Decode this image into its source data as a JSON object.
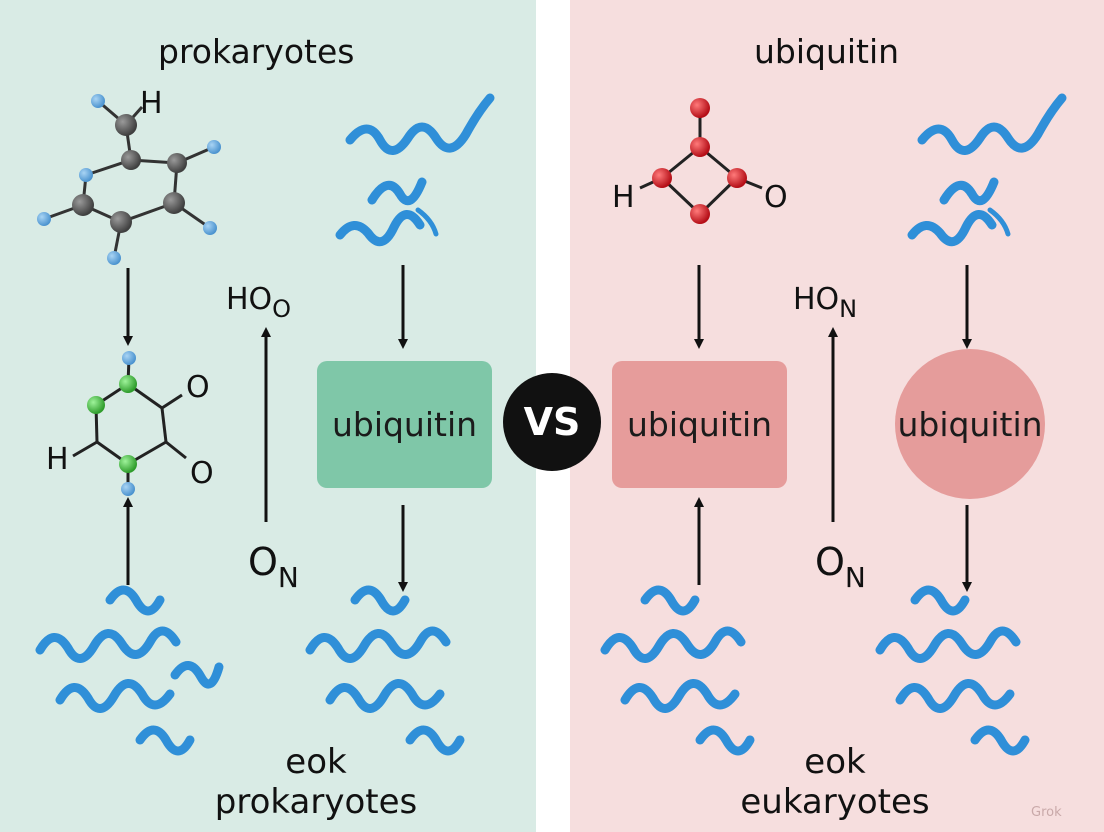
{
  "left": {
    "title": "prokaryotes",
    "box_label": "ubiquitin",
    "caption_line1": "eok",
    "caption_line2": "prokaryotes",
    "chem_label_top": "H",
    "ring_o1": "O",
    "ring_o2": "O",
    "ring_h": "H",
    "mid_formula_a": "HO",
    "mid_formula_a_sub": "O",
    "mid_formula_b": "O",
    "mid_formula_b_sub": "N"
  },
  "vs_label": "VS",
  "right": {
    "title": "ubiquitin",
    "box_rect_label": "ubiquitin",
    "box_circle_label": "ubiquitin",
    "caption_line1": "eok",
    "caption_line2": "eukaryotes",
    "mol_h": "H",
    "mol_o": "O",
    "mid_formula_a": "HO",
    "mid_formula_a_sub": "N",
    "mid_formula_b": "O",
    "mid_formula_b_sub": "N"
  },
  "watermark": "Grok",
  "colors": {
    "left_bg": "#d9ebe5",
    "right_bg": "#f6dede",
    "green_box": "#7fc7a8",
    "red_box": "#e69c9b",
    "protein_blue": "#2f8fd8",
    "atom_grey": "#555555",
    "atom_blue": "#6aaee0",
    "atom_green": "#4cc24a",
    "atom_red": "#d9131f"
  }
}
